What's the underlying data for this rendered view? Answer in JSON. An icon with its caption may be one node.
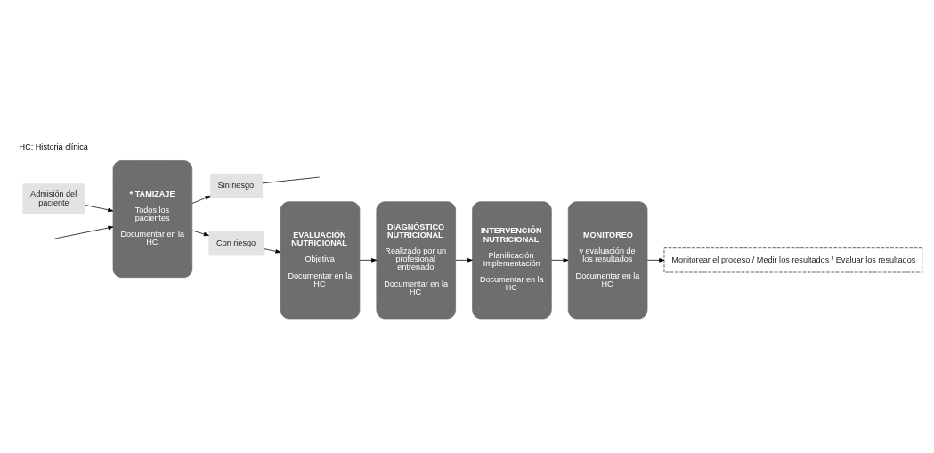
{
  "diagram": {
    "nodes": [
      {
        "text": [
          "Admisión del paciente"
        ]
      },
      {
        "text": [
          "* TAMIZAJE",
          "Todos los pacientes",
          "Documentar en la HC"
        ]
      },
      {
        "text": [
          "Sin riesgo"
        ]
      },
      {
        "text": [
          "Con riesgo"
        ]
      },
      {
        "text": [
          "EVALUACIÓN NUTRICIONAL",
          "Objetiva",
          "Documentar en la HC"
        ]
      },
      {
        "text": [
          "DIAGNÓSTICO NUTRICIONAL",
          "Realizado por un profesional entrenado",
          "Documentar en la HC"
        ]
      },
      {
        "text": [
          "INTERVENCIÓN NUTRICIONAL",
          "Planificación Implementación",
          "Documentar en la HC"
        ]
      },
      {
        "text": [
          "MONITOREO",
          "y evaluación de los resultados",
          "Documentar en la HC"
        ]
      },
      {
        "text": [
          "Monitorear el proceso / Medir los resultados / Evaluar los resultados"
        ]
      }
    ],
    "edges": [
      {
        "from": 0,
        "to": 1,
        "arrow": "to"
      },
      {
        "from": 1,
        "to": 2,
        "arrow": "to"
      },
      {
        "from": 1,
        "to": 3,
        "arrow": "to"
      },
      {
        "from": 3,
        "to": 4,
        "arrow": "to"
      },
      {
        "from": 4,
        "to": 5,
        "arrow": "to"
      },
      {
        "from": 5,
        "to": 6,
        "arrow": "to"
      },
      {
        "from": 6,
        "to": 7,
        "arrow": "to"
      },
      {
        "from": 7,
        "to": 8,
        "arrow": "to"
      },
      {
        "from": 2,
        "to": null,
        "arrow": "none"
      },
      {
        "from": null,
        "to": 1,
        "arrow": "to"
      }
    ],
    "labels": [
      "HC: Historia clínica"
    ]
  }
}
